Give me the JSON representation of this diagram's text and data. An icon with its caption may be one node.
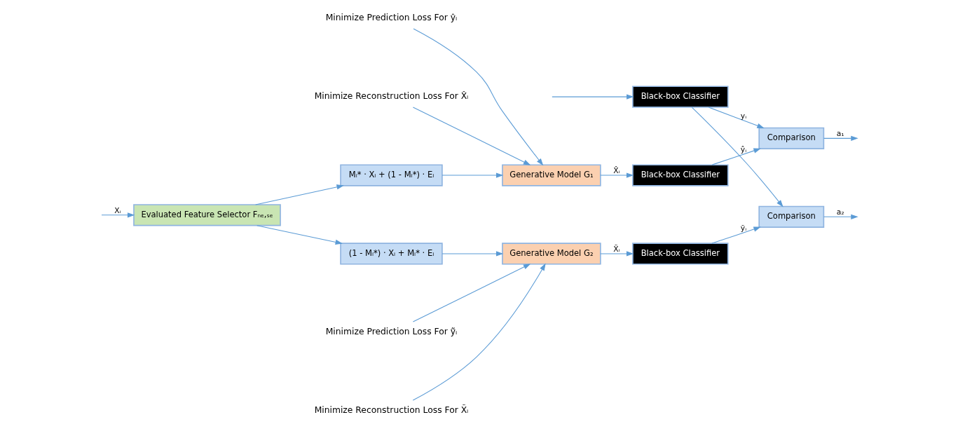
{
  "diagram": {
    "nodes": [
      {
        "text": [
          "Evaluated Feature Selector Fₙₑ,ₛₑ"
        ]
      },
      {
        "text": [
          "Mᵢ* · Xᵢ + (1 - Mᵢ*) · Eᵢ"
        ]
      },
      {
        "text": [
          "(1 - Mᵢ*) · Xᵢ + Mᵢ* · Eᵢ"
        ]
      },
      {
        "text": [
          "Generative Model G₁"
        ]
      },
      {
        "text": [
          "Generative Model G₂"
        ]
      },
      {
        "text": [
          "Black-box Classifier"
        ]
      },
      {
        "text": [
          "Black-box Classifier"
        ]
      },
      {
        "text": [
          "Black-box Classifier"
        ]
      },
      {
        "text": [
          "Comparison"
        ]
      },
      {
        "text": [
          "Comparison"
        ]
      },
      {
        "text": [
          "Minimize Prediction Loss For ŷᵢ"
        ]
      },
      {
        "text": [
          "Minimize Reconstruction Loss For X̂ᵢ"
        ]
      },
      {
        "text": [
          "Minimize Prediction Loss For ỹᵢ"
        ]
      },
      {
        "text": [
          "Minimize Reconstruction Loss For X̃ᵢ"
        ]
      }
    ],
    "edges": [
      {
        "from": null,
        "to": 0,
        "arrow": "to",
        "label": "Xᵢ"
      },
      {
        "from": null,
        "to": 5,
        "arrow": "to"
      },
      {
        "from": 0,
        "to": 1,
        "arrow": "to"
      },
      {
        "from": 0,
        "to": 2,
        "arrow": "to"
      },
      {
        "from": 10,
        "to": 3,
        "arrow": "to"
      },
      {
        "from": 11,
        "to": 3,
        "arrow": "to"
      },
      {
        "from": 1,
        "to": 3,
        "arrow": "to"
      },
      {
        "from": 2,
        "to": 4,
        "arrow": "to"
      },
      {
        "from": 12,
        "to": 4,
        "arrow": "to"
      },
      {
        "from": 13,
        "to": 4,
        "arrow": "to"
      },
      {
        "from": 3,
        "to": 6,
        "arrow": "to",
        "label": "X̂ᵢ"
      },
      {
        "from": 4,
        "to": 7,
        "arrow": "to",
        "label": "X̃ᵢ"
      },
      {
        "from": 5,
        "to": 8,
        "arrow": "to",
        "label": "yᵢ"
      },
      {
        "from": 5,
        "to": 9,
        "arrow": "to"
      },
      {
        "from": 6,
        "to": 8,
        "arrow": "to",
        "label": "ŷᵢ"
      },
      {
        "from": 7,
        "to": 9,
        "arrow": "to",
        "label": "ỹᵢ"
      },
      {
        "from": 8,
        "to": null,
        "arrow": "to",
        "label": "a₁"
      },
      {
        "from": 9,
        "to": null,
        "arrow": "to",
        "label": "a₂"
      }
    ]
  }
}
